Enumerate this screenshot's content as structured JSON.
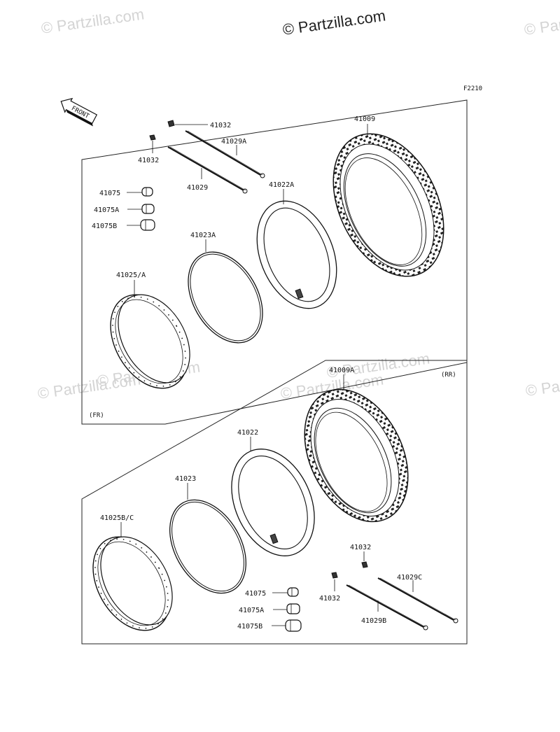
{
  "watermark": {
    "brand": "© Partzilla.com"
  },
  "diagram_code": "F2210",
  "front_arrow_label": "FRONT",
  "front": {
    "section_label": "(FR)",
    "labels": {
      "valve_cap_a": "41032",
      "valve_cap_b": "41032",
      "spoke_a": "41029A",
      "spoke": "41029",
      "nipple": "41075",
      "nipple_a": "41075A",
      "nipple_b": "41075B",
      "tire": "41009",
      "tube": "41022A",
      "rim_band": "41023A",
      "rim": "41025/A"
    }
  },
  "rear": {
    "section_label": "(RR)",
    "labels": {
      "tire": "41009A",
      "tube": "41022",
      "rim_band": "41023",
      "rim": "41025B/C",
      "valve_cap_a": "41032",
      "valve_cap_b": "41032",
      "spoke_c": "41029C",
      "spoke_b": "41029B",
      "nipple": "41075",
      "nipple_a": "41075A",
      "nipple_b": "41075B"
    }
  }
}
